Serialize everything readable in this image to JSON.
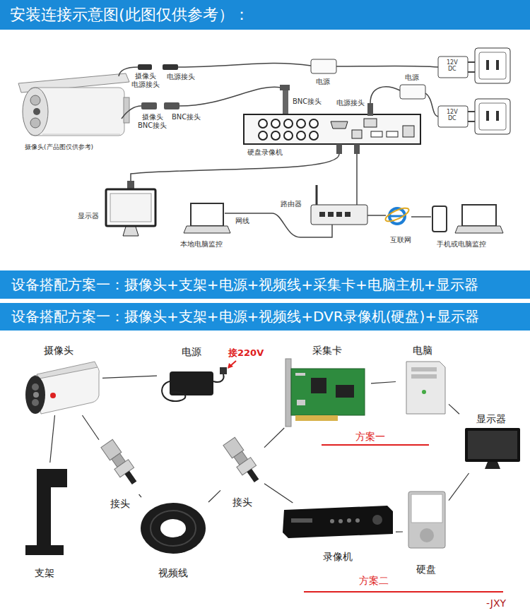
{
  "diagram": {
    "title": "安装连接示意图(此图仅供参考）：",
    "nodes": [
      {
        "text": [
          "设备搭配方案一：摄像头+支架+电源+视频线+采集卡+电脑主机+显示器"
        ]
      },
      {
        "text": [
          "设备搭配方案一：摄像头+支架+电源+视频线+DVR录像机(硬盘)+显示器"
        ]
      },
      {
        "text": [
          "摄像头"
        ]
      },
      {
        "text": [
          "电源"
        ]
      },
      {
        "text": [
          "采集卡"
        ]
      },
      {
        "text": [
          "电脑"
        ]
      },
      {
        "text": [
          "显示器"
        ]
      },
      {
        "text": [
          "支架"
        ]
      },
      {
        "text": [
          "接头"
        ]
      },
      {
        "text": [
          "视频线"
        ]
      },
      {
        "text": [
          "接头"
        ]
      },
      {
        "text": [
          "录像机"
        ]
      },
      {
        "text": [
          "硬盘"
        ]
      }
    ],
    "edges": [
      {
        "from": 2,
        "to": 3,
        "arrow": "none"
      },
      {
        "from": 2,
        "to": 7,
        "arrow": "none"
      },
      {
        "from": 2,
        "to": 8,
        "arrow": "none"
      },
      {
        "from": 8,
        "to": 9,
        "arrow": "none"
      },
      {
        "from": 9,
        "to": 10,
        "arrow": "none"
      },
      {
        "from": 10,
        "to": 4,
        "arrow": "none"
      },
      {
        "from": 10,
        "to": 11,
        "arrow": "none"
      },
      {
        "from": 4,
        "to": 5,
        "arrow": "none"
      },
      {
        "from": 5,
        "to": 6,
        "arrow": "none"
      },
      {
        "from": 11,
        "to": 12,
        "arrow": "none"
      },
      {
        "from": 12,
        "to": 6,
        "arrow": "none"
      }
    ],
    "labels": [
      "摄像头 电源接头",
      "电源接头",
      "电源",
      "12V DC",
      "摄像头 BNC接头",
      "BNC接头",
      "摄像头(产品图仅供参考)",
      "BNC接头",
      "电源接头",
      "电源",
      "12V DC",
      "硬盘录像机",
      "显示器",
      "网线",
      "本地电脑监控",
      "路由器",
      "互联网",
      "手机或电脑监控",
      "接220V",
      "方案一",
      "方案二",
      "-JXY"
    ]
  }
}
